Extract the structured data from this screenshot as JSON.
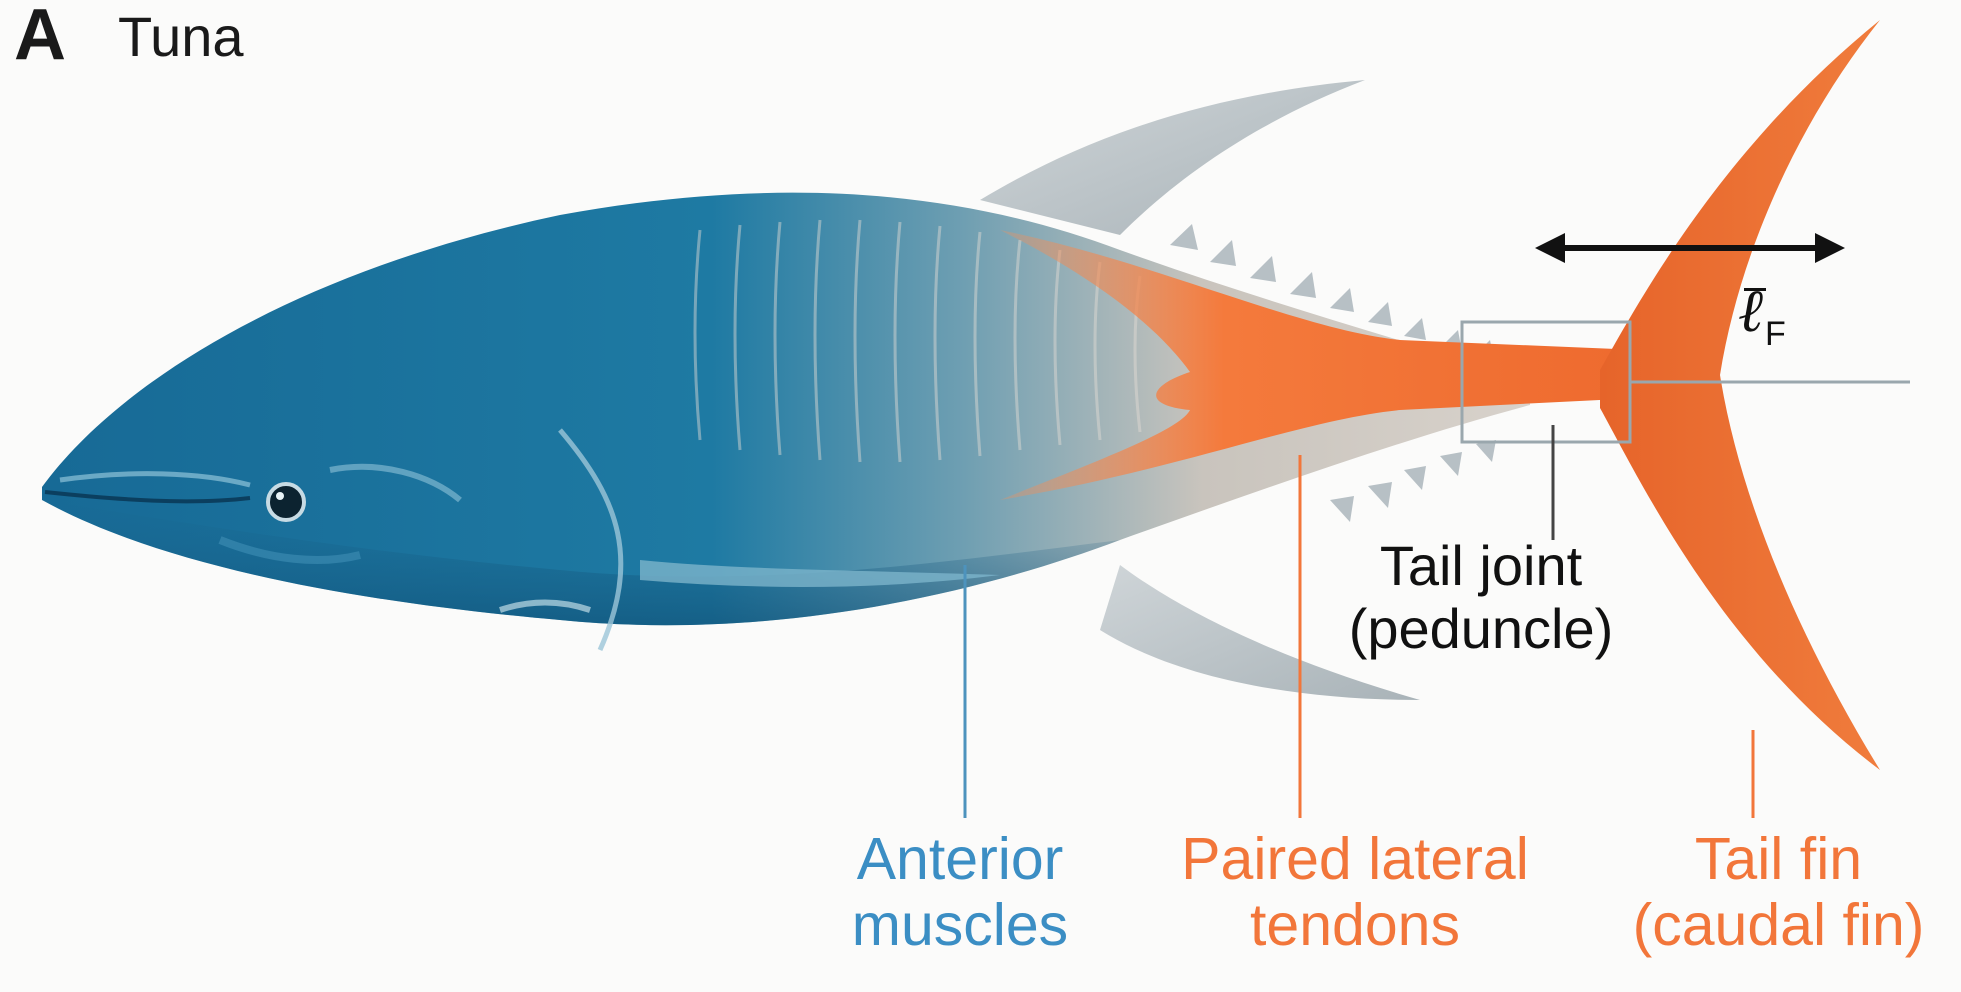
{
  "panel": {
    "letter": "A",
    "title": "Tuna"
  },
  "labels": {
    "peduncle": [
      "Tail joint",
      "(peduncle)"
    ],
    "anterior_muscles": [
      "Anterior",
      "muscles"
    ],
    "tendons": [
      "Paired lateral",
      "tendons"
    ],
    "tail_fin": [
      "Tail fin",
      "(caudal fin)"
    ],
    "fin_length_symbol": "ℓ",
    "fin_length_subscript": "F"
  },
  "colors": {
    "body_blue": "#1f6f96",
    "tendon_orange": "#f2763a",
    "fin_orange": "#e8622a",
    "muscle_label_blue": "#3b8ec4",
    "fin_silver": "#b9c2c7"
  }
}
